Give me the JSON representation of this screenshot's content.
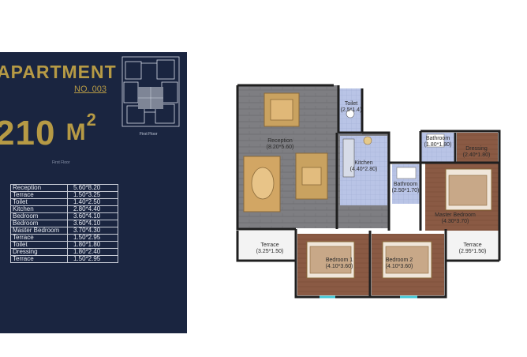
{
  "header": {
    "title": "APARTMENT",
    "apartment_no": "NO. 003",
    "area_value": "210",
    "area_unit": "M",
    "area_exponent": "2",
    "floor_caption": "First Floor",
    "key_plan_label": "First Floor"
  },
  "room_table": [
    {
      "name": "Reception",
      "size": "5.60*8.20"
    },
    {
      "name": "Terrace",
      "size": "1.50*3.25"
    },
    {
      "name": "Toilet",
      "size": "1.40*2.50"
    },
    {
      "name": "Kitchen",
      "size": "2.80*4.40"
    },
    {
      "name": "Bedroom",
      "size": "3.60*4.10"
    },
    {
      "name": "Bedroom",
      "size": "3.60*4.10"
    },
    {
      "name": "Master Bedroom",
      "size": "3.70*4.30"
    },
    {
      "name": "Terrace",
      "size": "1.50*2.95"
    },
    {
      "name": "Toilet",
      "size": "1.80*1.80"
    },
    {
      "name": "Dressing",
      "size": "1.80*2.40"
    },
    {
      "name": "Terrace",
      "size": "1.50*2.95"
    }
  ],
  "plan_labels": {
    "reception": {
      "name": "Reception",
      "dims": "(8.20*5.60)"
    },
    "toilet": {
      "name": "Toilet",
      "dims": "(2.5*1.4)"
    },
    "kitchen": {
      "name": "Kitchen",
      "dims": "(4.40*2.80)"
    },
    "bathroom1": {
      "name": "Bathroom",
      "dims": "(2.50*1.70)"
    },
    "bathroom2": {
      "name": "Bathroom",
      "dims": "(1.80*1.80)"
    },
    "dressing": {
      "name": "Dressing",
      "dims": "(2.40*1.80)"
    },
    "master": {
      "name": "Master Bedroom",
      "dims": "(4.30*3.70)"
    },
    "terrace1": {
      "name": "Terrace",
      "dims": "(3.25*1.50)"
    },
    "bedroom1": {
      "name": "Bedroom 1",
      "dims": "(4.10*3.60)"
    },
    "bedroom2": {
      "name": "Bedroom 2",
      "dims": "(4.10*3.60)"
    },
    "terrace2": {
      "name": "Terrace",
      "dims": "(2.95*1.50)"
    }
  },
  "colors": {
    "panel": "#1a2540",
    "gold": "#b69a45",
    "wood_floor": "#8a5a44",
    "tile_floor": "#b9c4e6",
    "reception_floor": "#7e7e82"
  }
}
